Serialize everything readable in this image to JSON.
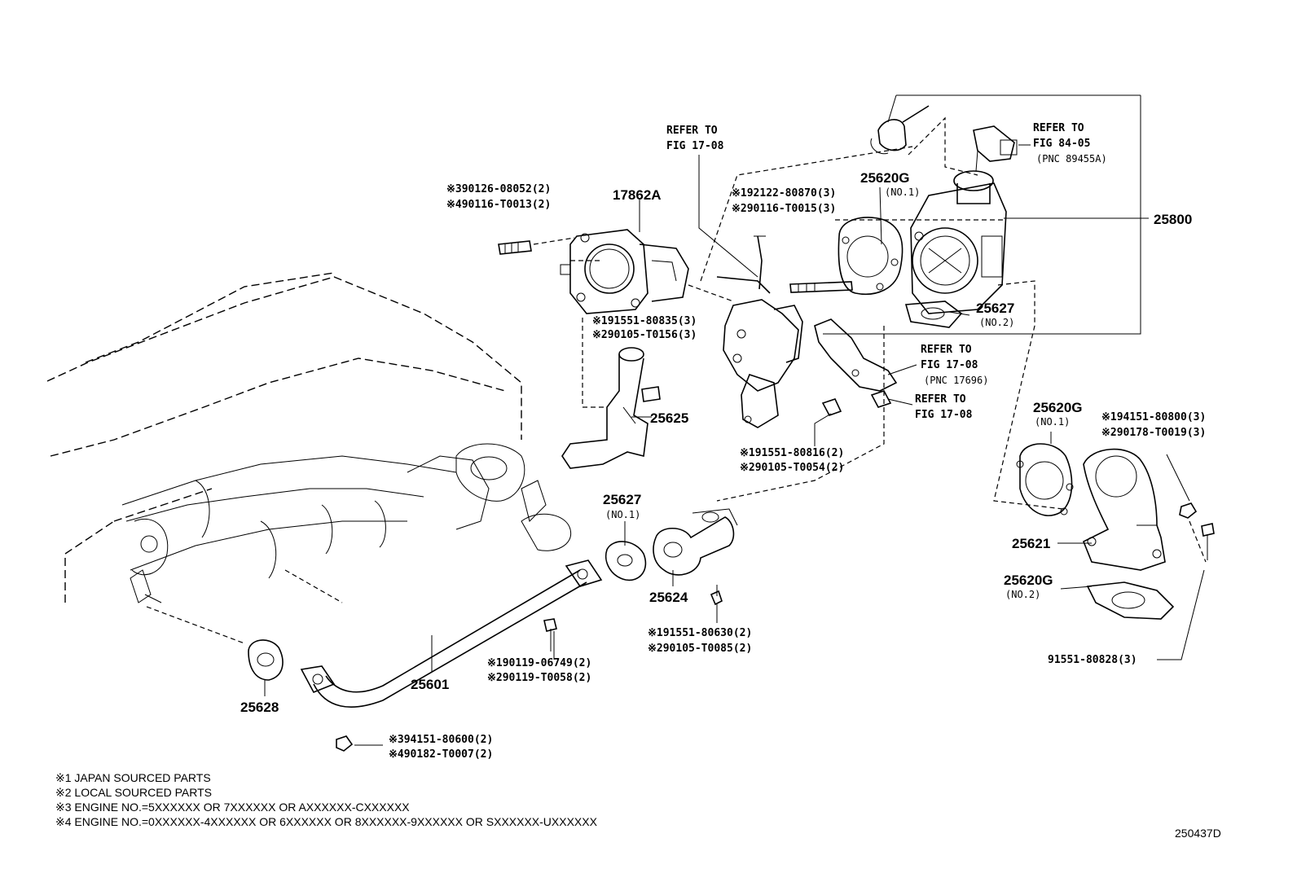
{
  "diagram": {
    "figure_id": "250437D",
    "part_labels": {
      "p17862A": "17862A",
      "p25800": "25800",
      "p25620G_top": "25620G",
      "p25620G_top_sub": "(NO.1)",
      "p25627_top": "25627",
      "p25627_top_sub": "(NO.2)",
      "p25625": "25625",
      "p25627_mid": "25627",
      "p25627_mid_sub": "(NO.1)",
      "p25624": "25624",
      "p25601": "25601",
      "p25628": "25628",
      "p25620G_right": "25620G",
      "p25620G_right_sub": "(NO.1)",
      "p25621": "25621",
      "p25620G_low": "25620G",
      "p25620G_low_sub": "(NO.2)"
    },
    "references": {
      "ref1_l1": "REFER TO",
      "ref1_l2": "FIG 17-08",
      "ref2_l1": "REFER TO",
      "ref2_l2": "FIG 84-05",
      "ref2_l3": "(PNC 89455A)",
      "ref3_l1": "REFER TO",
      "ref3_l2": "FIG 17-08",
      "ref3_l3": "(PNC 17696)",
      "ref4_l1": "REFER TO",
      "ref4_l2": "FIG 17-08"
    },
    "codes": {
      "c1": "※390126-08052(2)",
      "c2": "※490116-T0013(2)",
      "c3": "※192122-80870(3)",
      "c4": "※290116-T0015(3)",
      "c5": "※191551-80835(3)",
      "c6": "※290105-T0156(3)",
      "c7": "※191551-80816(2)",
      "c8": "※290105-T0054(2)",
      "c9": "※194151-80800(3)",
      "c10": "※290178-T0019(3)",
      "c11": "※191551-80630(2)",
      "c12": "※290105-T0085(2)",
      "c13": "※190119-06749(2)",
      "c14": "※290119-T0058(2)",
      "c15": "※394151-80600(2)",
      "c16": "※490182-T0007(2)",
      "c17": "91551-80828(3)"
    },
    "notes": [
      "※1 JAPAN SOURCED PARTS",
      "※2 LOCAL SOURCED PARTS",
      "※3 ENGINE NO.=5XXXXXX OR 7XXXXXX OR AXXXXXX-CXXXXXX",
      "※4 ENGINE NO.=0XXXXXX-4XXXXXX OR 6XXXXXX OR 8XXXXXX-9XXXXXX OR SXXXXXX-UXXXXXX"
    ]
  }
}
